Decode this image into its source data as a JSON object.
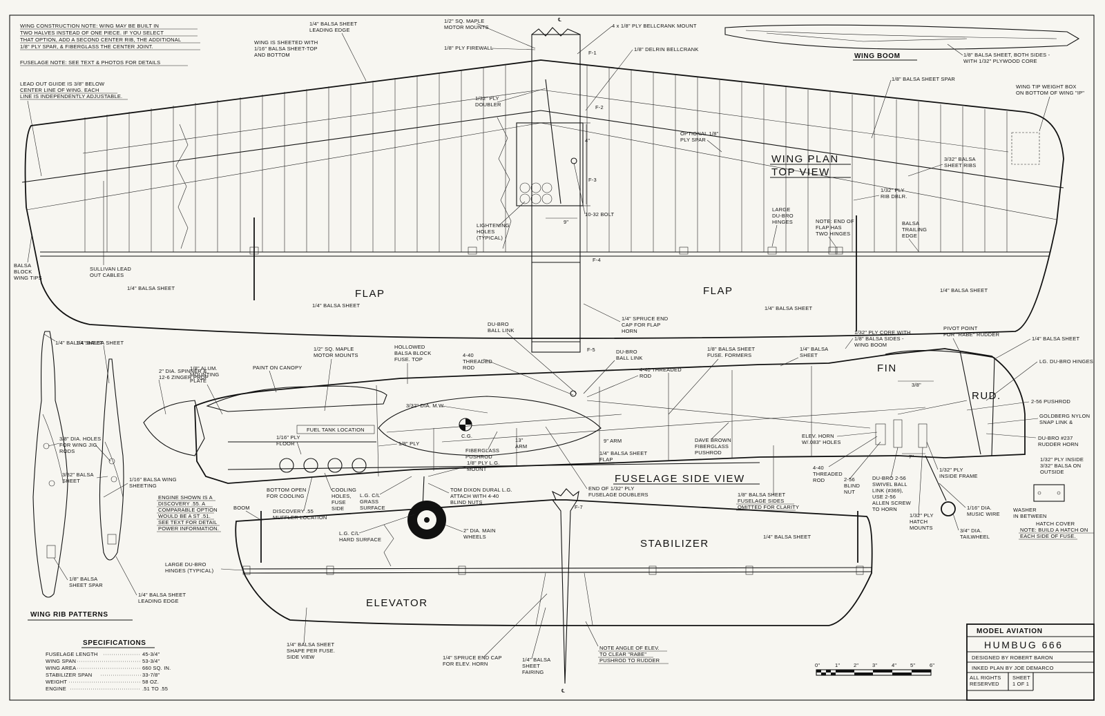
{
  "notes": {
    "construction": [
      "WING CONSTRUCTION NOTE: WING MAY BE BUILT IN",
      "TWO HALVES INSTEAD OF ONE PIECE. IF YOU SELECT",
      "THAT OPTION, ADD A SECOND CENTER RIB, THE ADDITIONAL",
      "1/8\" PLY SPAR, & FIBERGLASS THE CENTER JOINT."
    ],
    "fuselage": "FUSELAGE NOTE: SEE TEXT & PHOTOS FOR DETAILS",
    "leadout": [
      "LEAD OUT GUIDE IS 3/8\" BELOW",
      "CENTER LINE OF WING. EACH",
      "LINE IS INDEPENDENTLY ADJUSTABLE."
    ],
    "engine": [
      "ENGINE SHOWN IS A",
      "DISCOVERY .55. A",
      "COMPARABLE OPTION",
      "WOULD BE A ST .51.",
      "SEE TEXT FOR DETAIL",
      "POWER INFORMATION."
    ],
    "hatch": [
      "NOTE: BUILD A HATCH ON",
      "EACH SIDE OF FUSE."
    ]
  },
  "titles": {
    "wing_plan": [
      "WING  PLAN",
      "TOP  VIEW"
    ],
    "wing_boom": "WING  BOOM",
    "flap": "FLAP",
    "fuselage_side": "FUSELAGE  SIDE  VIEW",
    "stabilizer": "STABILIZER",
    "elevator": "ELEVATOR",
    "fin": "FIN",
    "rud": "RUD.",
    "rib_patterns": "WING  RIB  PATTERNS",
    "fuel_tank": "FUEL TANK LOCATION"
  },
  "labels": {
    "leading_edge": [
      "1/4\" BALSA SHEET",
      "LEADING EDGE"
    ],
    "wing_sheeted": [
      "WING IS SHEETED WITH",
      "1/16\" BALSA SHEET-TOP",
      "AND BOTTOM"
    ],
    "maple_mounts": [
      "1/2\" SQ. MAPLE",
      "MOTOR MOUNTS"
    ],
    "firewall": "1/8\" PLY FIREWALL",
    "bellcrank_mount": "4 x 1/8\" PLY BELLCRANK MOUNT",
    "delrin": "1/8\" DELRIN BELLCRANK",
    "boom_sheet": [
      "1/8\" BALSA SHEET, BOTH SIDES -",
      "WITH 1/32\" PLYWOOD CORE"
    ],
    "sheet_spar": "1/8\" BALSA SHEET SPAR",
    "tip_box": [
      "WING TIP WEIGHT BOX",
      "ON BOTTOM OF WING \"IP\""
    ],
    "ply_doubler": [
      "1/32\" PLY",
      "DOUBLER"
    ],
    "opt_spar": [
      "OPTIONAL 1/8\"",
      "PLY SPAR"
    ],
    "sheet_ribs": [
      "3/32\" BALSA",
      "SHEET RIBS"
    ],
    "rib_dblr": [
      "1/32\" PLY",
      "RIB DBLR."
    ],
    "lightening": [
      "LIGHTENING",
      "HOLES",
      "(TYPICAL)"
    ],
    "bolt": "10-32 BOLT",
    "large_hinges": [
      "LARGE",
      "DU-BRO",
      "HINGES"
    ],
    "flap_end": [
      "NOTE: END OF",
      "FLAP HAS",
      "TWO HINGES"
    ],
    "trailing": [
      "BALSA",
      "TRAILING",
      "EDGE"
    ],
    "block_tips": [
      "BALSA",
      "BLOCK",
      "WING TIPS"
    ],
    "sullivan": [
      "SULLIVAN LEAD",
      "OUT CABLES"
    ],
    "quarter_sheet": "1/4\" BALSA SHEET",
    "flap_horn": [
      "1/4\" SPRUCE END",
      "CAP FOR FLAP",
      "HORN"
    ],
    "ply_core": [
      "1/32\" PLY CORE WITH",
      "1/8\" BALSA SIDES -",
      "WING BOOM"
    ],
    "pivot": [
      "PIVOT POINT",
      "FOR \"RABE\" RUDDER"
    ],
    "lg_hinges": "LG. DU-BRO HINGES",
    "pushrod_256": "2-56 PUSHROD",
    "goldberg": [
      "GOLDBERG NYLON",
      "SNAP LINK &"
    ],
    "dubro_237": [
      "DU-BRO #237",
      "RUDDER HORN"
    ],
    "ply_inside": [
      "1/32\" PLY INSIDE",
      "3/32\" BALSA ON",
      "OUTSIDE"
    ],
    "spinner": [
      "2\" DIA. SPINNER &",
      "12-6 ZINGER PROP"
    ],
    "alum": [
      "1/8\" ALUM.",
      "MOUNTING",
      "PLATE"
    ],
    "canopy": "PAINT ON CANOPY",
    "hollowed": [
      "HOLLOWED",
      "BALSA BLOCK",
      "FUSE. TOP"
    ],
    "ball_link": [
      "DU-BRO",
      "BALL LINK"
    ],
    "threaded": [
      "4-40",
      "THREADED",
      "ROD"
    ],
    "ball_link2": [
      "DU-BRO",
      "BALL LINK"
    ],
    "threaded2": [
      "4-40 THREADED",
      "ROD"
    ],
    "formers": [
      "1/8\" BALSA SHEET",
      "FUSE. FORMERS"
    ],
    "quarter_sheet2": [
      "1/4\" BALSA",
      "SHEET"
    ],
    "dia_mw": "3/32\" DIA. M.W.",
    "cg": "C.G.",
    "floor": [
      "1/16\" PLY",
      "FLOOR"
    ],
    "ply_18": "1/8\" PLY",
    "lg_mount": [
      "1/8\" PLY L.G.",
      "MOUNT"
    ],
    "fg_pushrod": [
      "FIBERGLASS",
      "PUSHROD"
    ],
    "arm13": [
      "13\"",
      "ARM"
    ],
    "arm9": "9\" ARM",
    "sheet_flap": [
      "1/4\" BALSA SHEET",
      "FLAP"
    ],
    "dave_brown": [
      "DAVE BROWN",
      "FIBERGLASS",
      "PUSHROD"
    ],
    "elev_horn": [
      "ELEV. HORN",
      "W/.083\" HOLES"
    ],
    "bottom_open": [
      "BOTTOM OPEN",
      "FOR COOLING"
    ],
    "cooling": [
      "COOLING",
      "HOLES,",
      "FUSE",
      "SIDE"
    ],
    "grass": [
      "L.G. C/L",
      "GRASS",
      "SURFACE"
    ],
    "muffler": [
      "DISCOVERY .55",
      "MUFFLER LOCATION"
    ],
    "tom_dixon": [
      "TOM DIXON DURAL L.G.",
      "ATTACH WITH 4-40",
      "BLIND NUTS"
    ],
    "end_doublers": [
      "END OF 1/32\" PLY",
      "FUSELAGE DOUBLERS"
    ],
    "omitted": [
      "1/8\" BALSA SHEET",
      "FUSELAGE SIDES",
      "OMITTED FOR CLARITY"
    ],
    "threaded_rod": [
      "4-40",
      "THREADED",
      "ROD"
    ],
    "blind_nut": [
      "2-56",
      "BLIND",
      "NUT"
    ],
    "swivel": [
      "DU-BRO 2-56",
      "SWIVEL BALL",
      "LINK (#369),",
      "USE 2-56",
      "ALLEN SCREW",
      "TO HORN"
    ],
    "hatch_mounts": [
      "1/32\" PLY",
      "HATCH",
      "MOUNTS"
    ],
    "inside_frame": [
      "1/32\" PLY",
      "INSIDE FRAME"
    ],
    "music_wire": [
      "1/16\" DIA.",
      "MUSIC WIRE"
    ],
    "tailwheel": [
      "3/4\" DIA.",
      "TAILWHEEL"
    ],
    "washer": [
      "WASHER",
      "IN BETWEEN"
    ],
    "hatch_cover": "HATCH  COVER",
    "boom": "BOOM",
    "hard_surface": [
      "L.G. C/L",
      "HARD SURFACE"
    ],
    "main_wheels": [
      "2\" DIA. MAIN",
      "WHEELS"
    ],
    "large_hinges2": [
      "LARGE DU-BRO",
      "HINGES (TYPICAL)"
    ],
    "shape_fuse": [
      "1/4\" BALSA SHEET",
      "SHAPE PER FUSE.",
      "SIDE VIEW"
    ],
    "elev_horn_cap": [
      "1/4\" SPRUCE END CAP",
      "FOR ELEV. HORN"
    ],
    "fairing": [
      "1/4\" BALSA",
      "SHEET",
      "FAIRING"
    ],
    "note_angle": [
      "NOTE ANGLE OF ELEV.",
      "TO CLEAR \"RABE\"",
      "PUSHROD TO RUDDER"
    ],
    "rib_quarter": "1/4\" BALSA SHEET",
    "rib_holes": [
      "3/8\" DIA. HOLES",
      "FOR WING JIG",
      "RODS"
    ],
    "rib_332": [
      "3/32\" BALSA",
      "SHEET"
    ],
    "rib_sheeting": [
      "1/16\" BALSA WING",
      "SHEETING"
    ],
    "rib_spar": [
      "1/8\" BALSA",
      "SHEET SPAR"
    ],
    "rib_le": [
      "1/4\" BALSA SHEET",
      "LEADING EDGE"
    ],
    "dim_4": "4\"",
    "dim_9": "9\"",
    "dim_38": "3/8\"",
    "dim_7": "7\"",
    "former_labels": [
      "F-1",
      "F-2",
      "F-3",
      "F-4",
      "F-5",
      "F-7"
    ],
    "centerline": "℄"
  },
  "specifications": {
    "title": "SPECIFICATIONS",
    "rows": [
      {
        "label": "FUSELAGE LENGTH",
        "value": "45-3/4\""
      },
      {
        "label": "WING SPAN",
        "value": "53-3/4\""
      },
      {
        "label": "WING AREA",
        "value": "660 SQ. IN."
      },
      {
        "label": "STABILIZER SPAN",
        "value": "33-7/8\""
      },
      {
        "label": "WEIGHT",
        "value": "58 OZ."
      },
      {
        "label": "ENGINE",
        "value": ".51 TO .55"
      }
    ]
  },
  "title_block": {
    "publisher": "MODEL AVIATION",
    "model": "HUMBUG  666",
    "designer": "DESIGNED BY ROBERT BARON",
    "inked": "INKED PLAN BY JOE DEMARCO",
    "rights": [
      "ALL RIGHTS",
      "RESERVED"
    ],
    "sheet": [
      "SHEET",
      "1 OF 1"
    ]
  },
  "scale_bar": {
    "ticks": [
      "0\"",
      "1\"",
      "2\"",
      "3\"",
      "4\"",
      "5\"",
      "6\""
    ]
  }
}
